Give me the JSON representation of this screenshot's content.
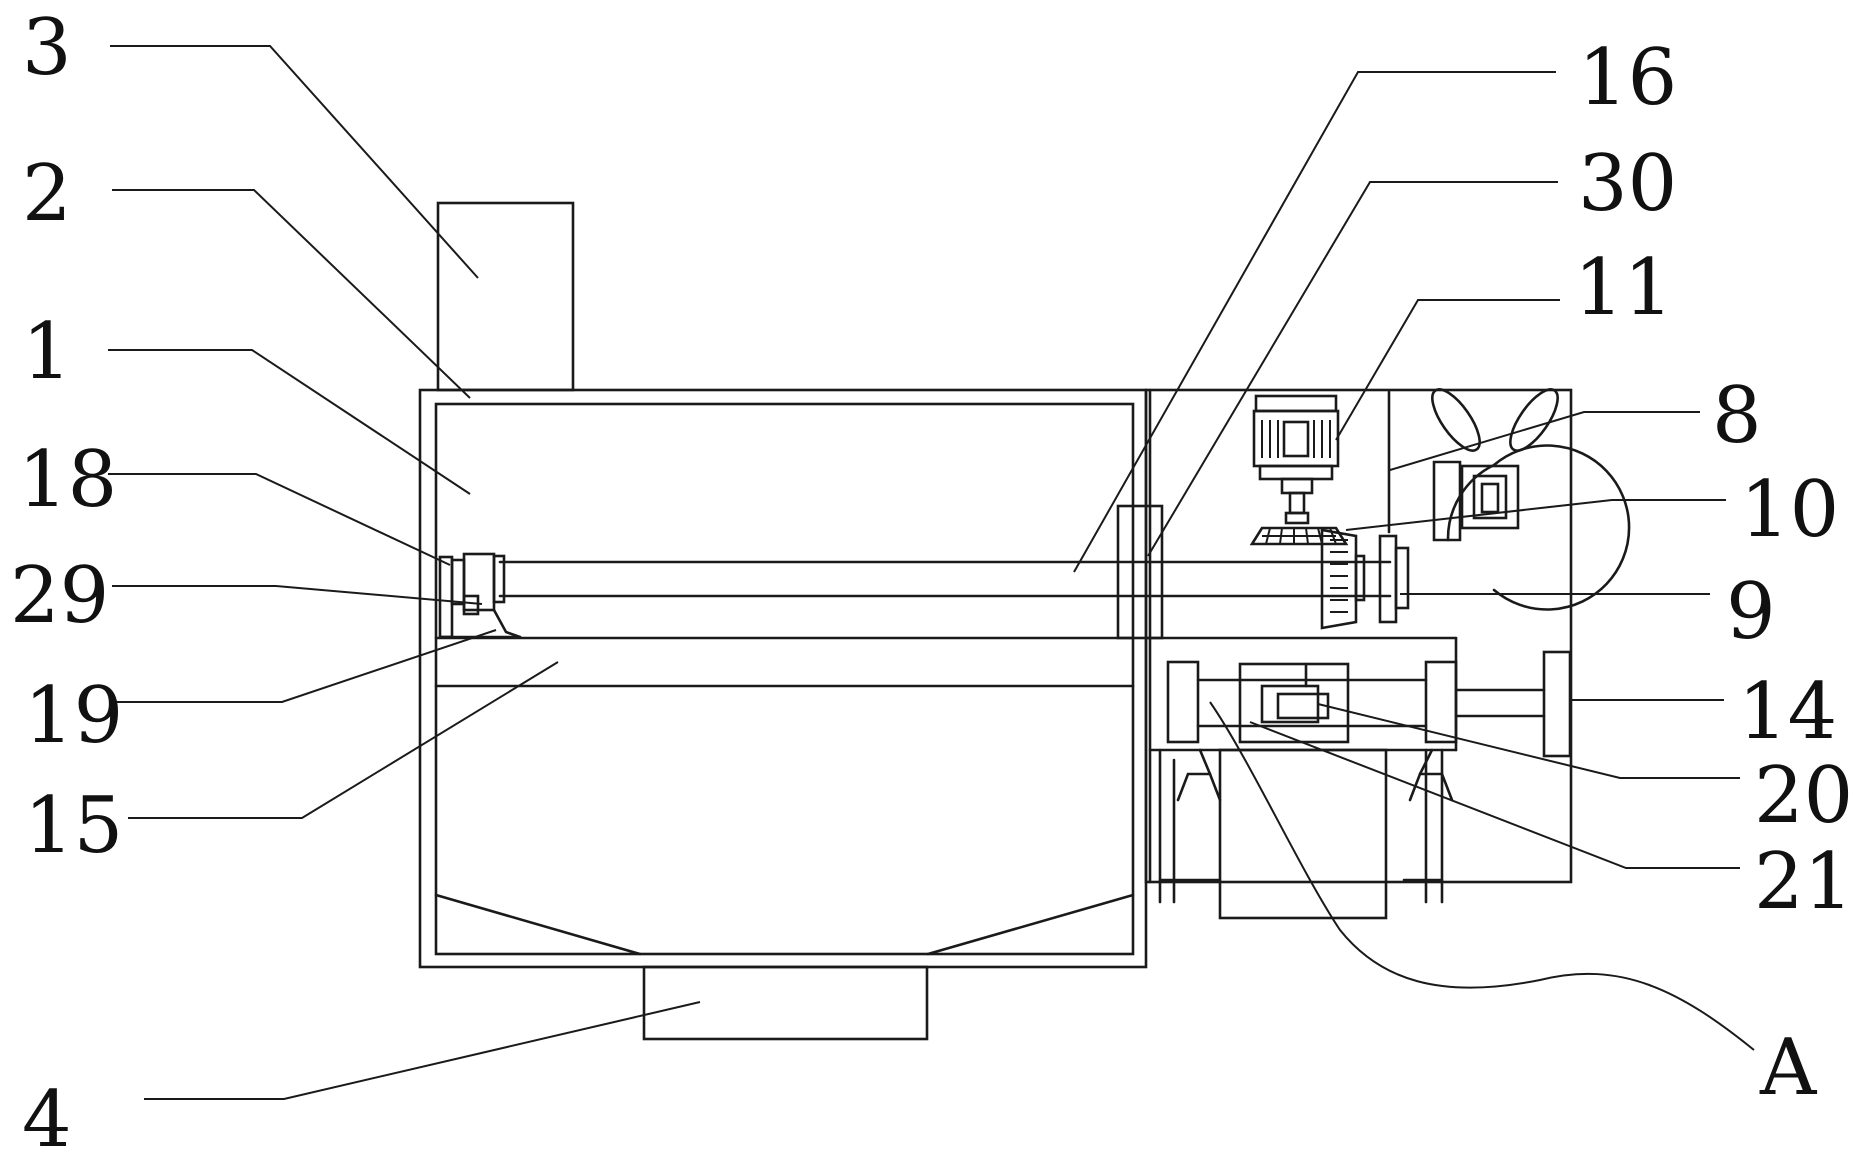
{
  "labels": {
    "l1": "1",
    "l2": "2",
    "l3": "3",
    "l4": "4",
    "l8": "8",
    "l9": "9",
    "l10": "10",
    "l11": "11",
    "l14": "14",
    "l15": "15",
    "l16": "16",
    "l18": "18",
    "l19": "19",
    "l20": "20",
    "l21": "21",
    "l29": "29",
    "l30": "30",
    "lA": "A"
  },
  "colors": {
    "stroke": "#1a1a1a",
    "background": "#ffffff"
  }
}
